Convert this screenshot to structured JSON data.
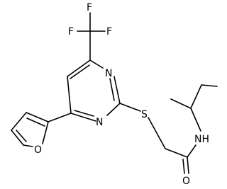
{
  "molecule": {
    "atoms": {
      "f_top": "F",
      "f_left": "F",
      "f_right": "F",
      "n_ring_upper": "N",
      "n_ring_lower": "N",
      "s_thioether": "S",
      "o_furan": "O",
      "nh_amide": "NH",
      "o_carbonyl": "O"
    },
    "colors": {
      "bond": "#000000",
      "label": "#000000",
      "background": "#ffffff"
    }
  }
}
